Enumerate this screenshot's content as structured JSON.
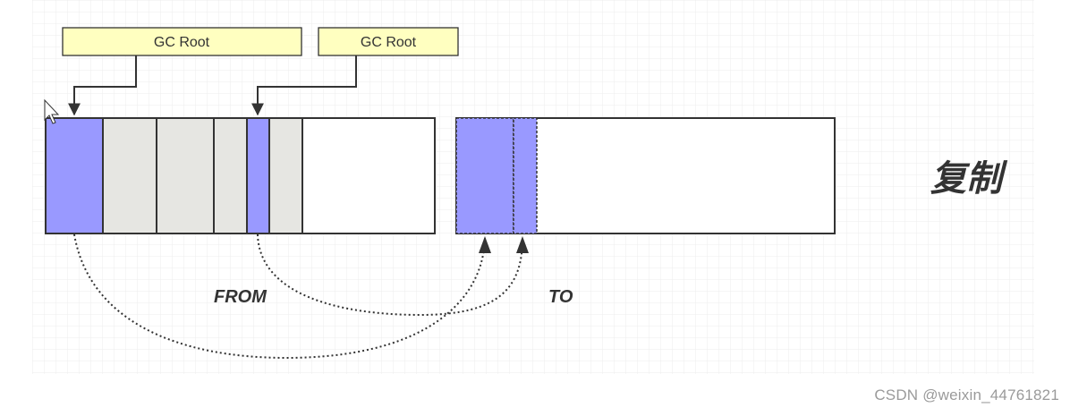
{
  "roots": [
    {
      "label": "GC Root"
    },
    {
      "label": "GC Root"
    }
  ],
  "regions": {
    "from_label": "FROM",
    "to_label": "TO"
  },
  "title": "复制",
  "watermark": "CSDN @weixin_44761821",
  "colors": {
    "root_box_fill": "#ffffc0",
    "live_object": "#9999ff",
    "dead_object": "#e6e6e2",
    "grid_line": "#e8e8e8",
    "stroke": "#333333"
  }
}
